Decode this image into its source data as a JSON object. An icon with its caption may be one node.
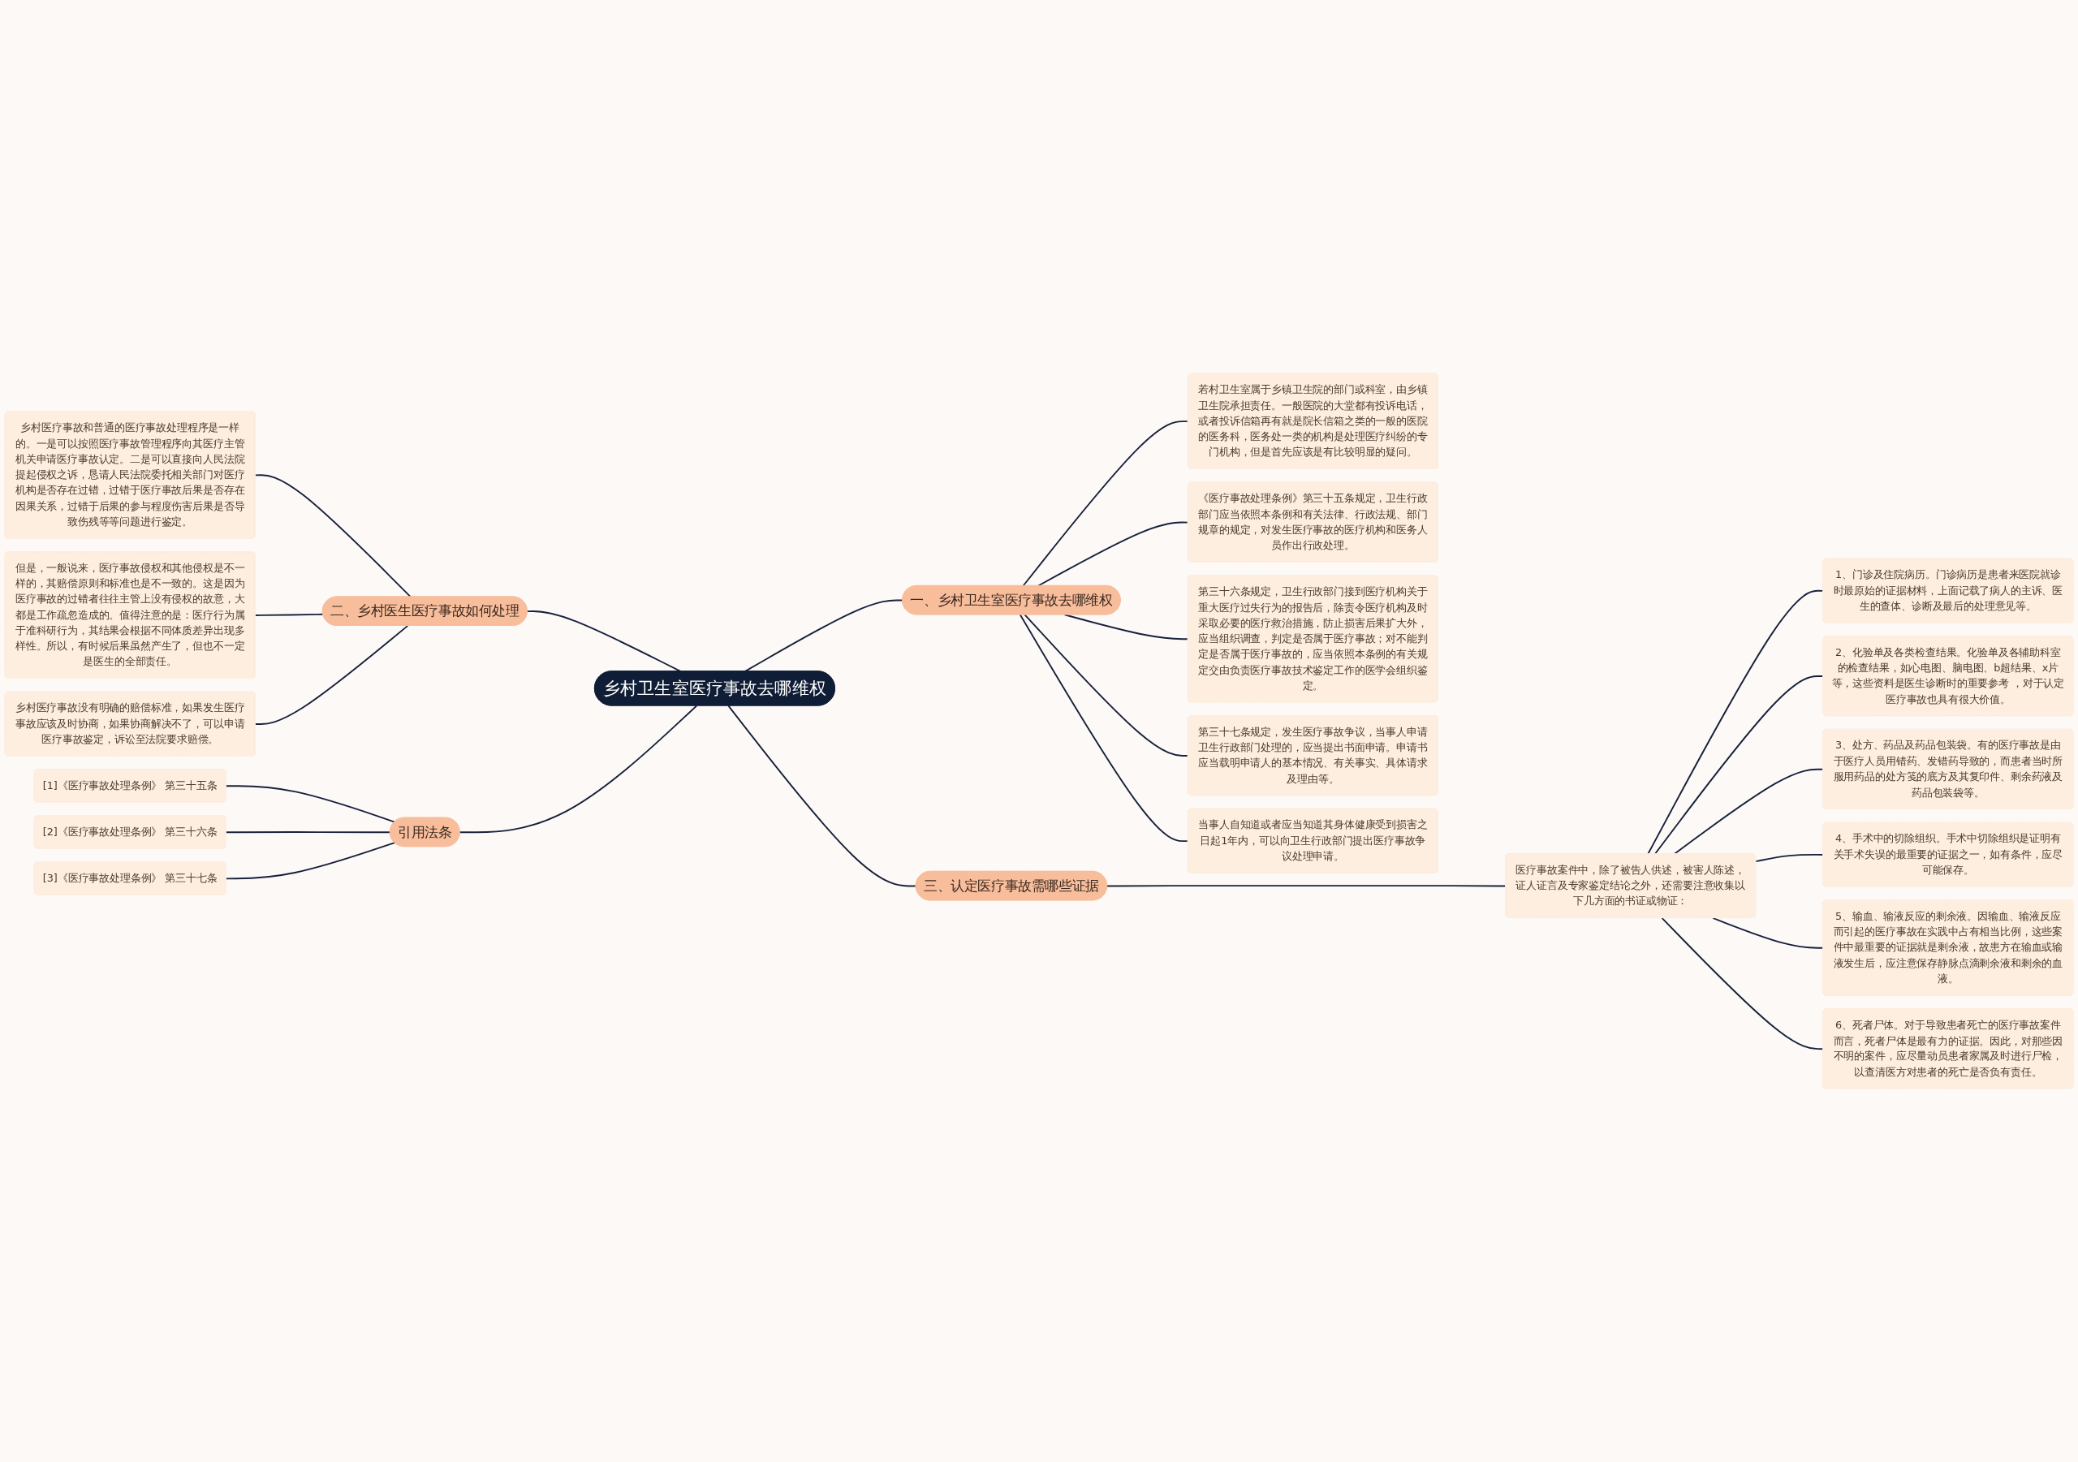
{
  "diagram": {
    "nodes": [
      {
        "text": [
          "乡村卫生室医疗事故去哪维权"
        ]
      },
      {
        "text": [
          "一、乡村卫生室医疗事故去哪维权"
        ]
      },
      {
        "text": [
          "若村卫生室属于乡镇卫生院的部门或科室，由乡镇卫生院承担责任。一般医院的大堂都有投诉电话，或者投诉信箱再有就是院长信箱之类的一般的医院的医务科，医务处一类的机构是处理医疗纠纷的专门机构，但是首先应该是有比较明显的疑问。"
        ]
      },
      {
        "text": [
          "《医疗事故处理条例》第三十五条规定，卫生行政部门应当依照本条例和有关法律、行政法规、部门规章的规定，对发生医疗事故的医疗机构和医务人员作出行政处理。"
        ]
      },
      {
        "text": [
          "第三十六条规定，卫生行政部门接到医疗机构关于重大医疗过失行为的报告后，除责令医疗机构及时采取必要的医疗救治措施，防止损害后果扩大外，应当组织调查，判定是否属于医疗事故；对不能判定是否属于医疗事故的，应当依照本条例的有关规定交由负责医疗事故技术鉴定工作的医学会组织鉴定。"
        ]
      },
      {
        "text": [
          "第三十七条规定，发生医疗事故争议，当事人申请卫生行政部门处理的，应当提出书面申请。申请书应当载明申请人的基本情况、有关事实、具体请求及理由等。"
        ]
      },
      {
        "text": [
          "当事人自知道或者应当知道其身体健康受到损害之日起1年内，可以向卫生行政部门提出医疗事故争议处理申请。"
        ]
      },
      {
        "text": [
          "二、乡村医生医疗事故如何处理"
        ]
      },
      {
        "text": [
          "乡村医疗事故和普通的医疗事故处理程序是一样的。一是可以按照医疗事故管理程序向其医疗主管机关申请医疗事故认定。二是可以直接向人民法院提起侵权之诉，恳请人民法院委托相关部门对医疗机构是否存在过错，过错于医疗事故后果是否存在因果关系，过错于后果的参与程度伤害后果是否导致伤残等等问题进行鉴定。"
        ]
      },
      {
        "text": [
          "但是，一般说来，医疗事故侵权和其他侵权是不一样的，其赔偿原则和标准也是不一致的。这是因为医疗事故的过错者往往主管上没有侵权的故意，大都是工作疏忽造成的。值得注意的是：医疗行为属于准科研行为，其结果会根据不同体质差异出现多样性。所以，有时候后果虽然产生了，但也不一定是医生的全部责任。"
        ]
      },
      {
        "text": [
          "乡村医疗事故没有明确的赔偿标准，如果发生医疗事故应该及时协商，如果协商解决不了，可以申请医疗事故鉴定，诉讼至法院要求赔偿。"
        ]
      },
      {
        "text": [
          "引用法条"
        ]
      },
      {
        "text": [
          "[1]《医疗事故处理条例》 第三十五条"
        ]
      },
      {
        "text": [
          "[2]《医疗事故处理条例》 第三十六条"
        ]
      },
      {
        "text": [
          "[3]《医疗事故处理条例》 第三十七条"
        ]
      },
      {
        "text": [
          "三、认定医疗事故需哪些证据"
        ]
      },
      {
        "text": [
          "医疗事故案件中，除了被告人供述，被害人陈述，证人证言及专家鉴定结论之外，还需要注意收集以下几方面的书证或物证："
        ]
      },
      {
        "text": [
          "1、门诊及住院病历。门诊病历是患者来医院就诊时最原始的证据材料，上面记载了病人的主诉、医生的查体、诊断及最后的处理意见等。"
        ]
      },
      {
        "text": [
          "2、化验单及各类检查结果。化验单及各辅助科室的检查结果，如心电图、脑电图、b超结果、x片等，这些资料是医生诊断时的重要参考 ，对于认定医疗事故也具有很大价值。"
        ]
      },
      {
        "text": [
          "3、处方、药品及药品包装袋。有的医疗事故是由于医疗人员用错药、发错药导致的，而患者当时所服用药品的处方笺的底方及其复印件、剩余药液及药品包装袋等。"
        ]
      },
      {
        "text": [
          "4、手术中的切除组织。手术中切除组织是证明有关手术失误的最重要的证据之一，如有条件，应尽可能保存。"
        ]
      },
      {
        "text": [
          "5、输血、输液反应的剩余液。因输血、输液反应而引起的医疗事故在实践中占有相当比例，这些案件中最重要的证据就是剩余液，故患方在输血或输液发生后，应注意保存静脉点滴剩余液和剩余的血液。"
        ]
      },
      {
        "text": [
          "6、死者尸体。对于导致患者死亡的医疗事故案件而言，死者尸体是最有力的证据。因此，对那些因不明的案件，应尽量动员患者家属及时进行尸检，以查清医方对患者的死亡是否负有责任。"
        ]
      }
    ],
    "edges": [
      {
        "from": 0,
        "to": 1,
        "arrow": "none"
      },
      {
        "from": 1,
        "to": 2,
        "arrow": "none"
      },
      {
        "from": 1,
        "to": 3,
        "arrow": "none"
      },
      {
        "from": 1,
        "to": 4,
        "arrow": "none"
      },
      {
        "from": 1,
        "to": 5,
        "arrow": "none"
      },
      {
        "from": 1,
        "to": 6,
        "arrow": "none"
      },
      {
        "from": 7,
        "to": 0,
        "arrow": "none"
      },
      {
        "from": 8,
        "to": 7,
        "arrow": "none"
      },
      {
        "from": 9,
        "to": 7,
        "arrow": "none"
      },
      {
        "from": 10,
        "to": 7,
        "arrow": "none"
      },
      {
        "from": 11,
        "to": 0,
        "arrow": "none"
      },
      {
        "from": 12,
        "to": 11,
        "arrow": "none"
      },
      {
        "from": 13,
        "to": 11,
        "arrow": "none"
      },
      {
        "from": 14,
        "to": 11,
        "arrow": "none"
      },
      {
        "from": 0,
        "to": 15,
        "arrow": "none"
      },
      {
        "from": 15,
        "to": 16,
        "arrow": "none"
      },
      {
        "from": 16,
        "to": 17,
        "arrow": "none"
      },
      {
        "from": 16,
        "to": 18,
        "arrow": "none"
      },
      {
        "from": 16,
        "to": 19,
        "arrow": "none"
      },
      {
        "from": 16,
        "to": 20,
        "arrow": "none"
      },
      {
        "from": 16,
        "to": 21,
        "arrow": "none"
      },
      {
        "from": 16,
        "to": 22,
        "arrow": "none"
      }
    ]
  }
}
